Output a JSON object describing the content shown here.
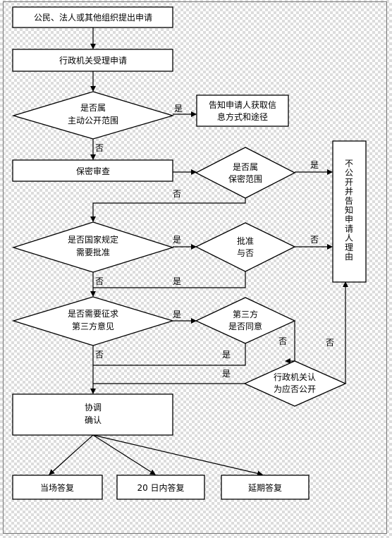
{
  "nodes": {
    "apply": "公民、法人或其他组织提出申请",
    "accept": "行政机关受理申请",
    "q_active_1": "是否属",
    "q_active_2": "主动公开范围",
    "inform_1": "告知申请人获取信",
    "inform_2": "息方式和途径",
    "secrecy_review": "保密审查",
    "q_secret_1": "是否属",
    "q_secret_2": "保密范围",
    "refuse_v": "不公开并告知申请人理由",
    "q_approval_1": "是否国家规定",
    "q_approval_2": "需要批准",
    "q_approved_1": "批准",
    "q_approved_2": "与否",
    "q_third_1": "是否需要征求",
    "q_third_2": "第三方意见",
    "q_agree_1": "第三方",
    "q_agree_2": "是否同意",
    "q_admin_1": "行政机关认",
    "q_admin_2": "为应否公开",
    "coordinate_1": "协调",
    "coordinate_2": "确认",
    "reply_now": "当场答复",
    "reply_20": "20 日内答复",
    "reply_delay": "延期答复"
  },
  "edge_labels": {
    "yes": "是",
    "no": "否"
  }
}
